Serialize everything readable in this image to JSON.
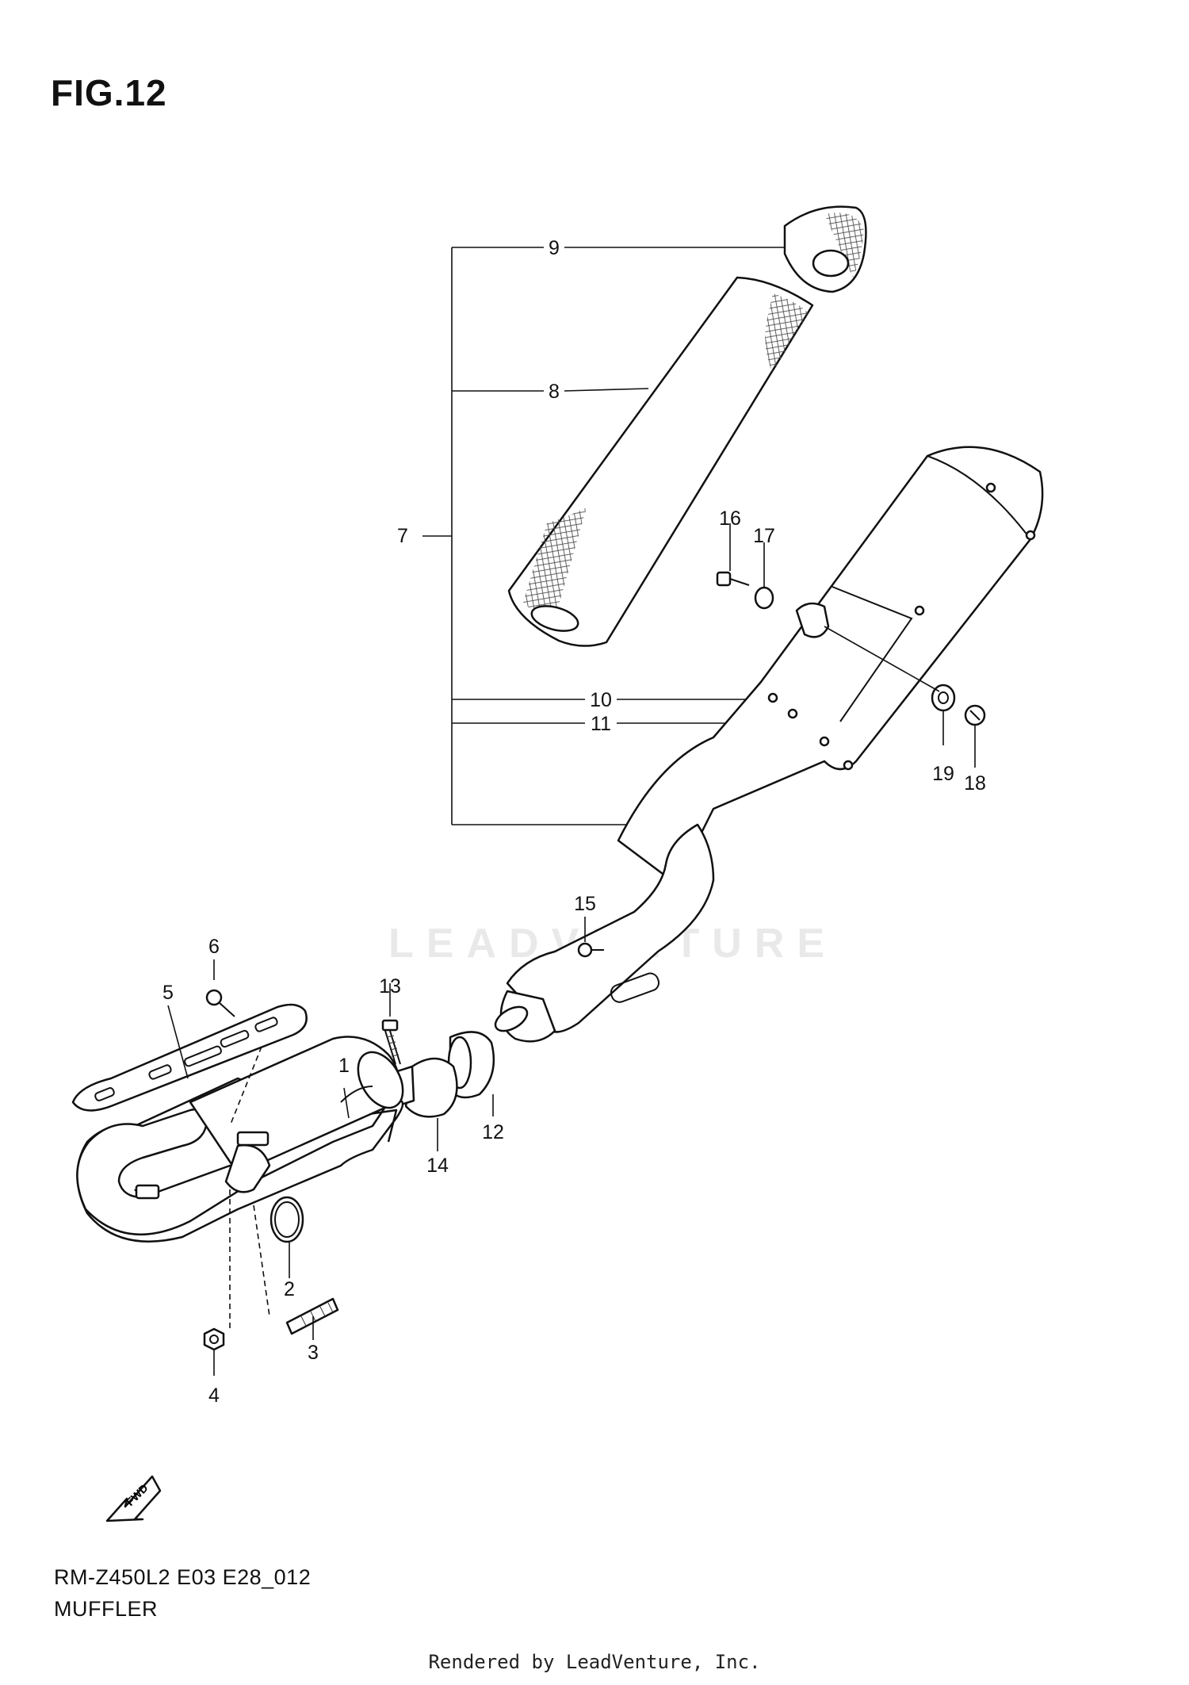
{
  "figure": {
    "title": "FIG.12",
    "model_code": "RM-Z450L2 E03 E28_012",
    "section_name": "MUFFLER",
    "watermark_text": "LEADVENTURE",
    "footer": "Rendered by LeadVenture, Inc.",
    "fwd_label": "FWD"
  },
  "callouts": [
    "1",
    "2",
    "3",
    "4",
    "5",
    "6",
    "7",
    "8",
    "9",
    "10",
    "11",
    "12",
    "13",
    "14",
    "15",
    "16",
    "17",
    "18",
    "19"
  ],
  "colors": {
    "line": "#111111",
    "background": "#ffffff",
    "watermark": "#e9e9e9"
  }
}
